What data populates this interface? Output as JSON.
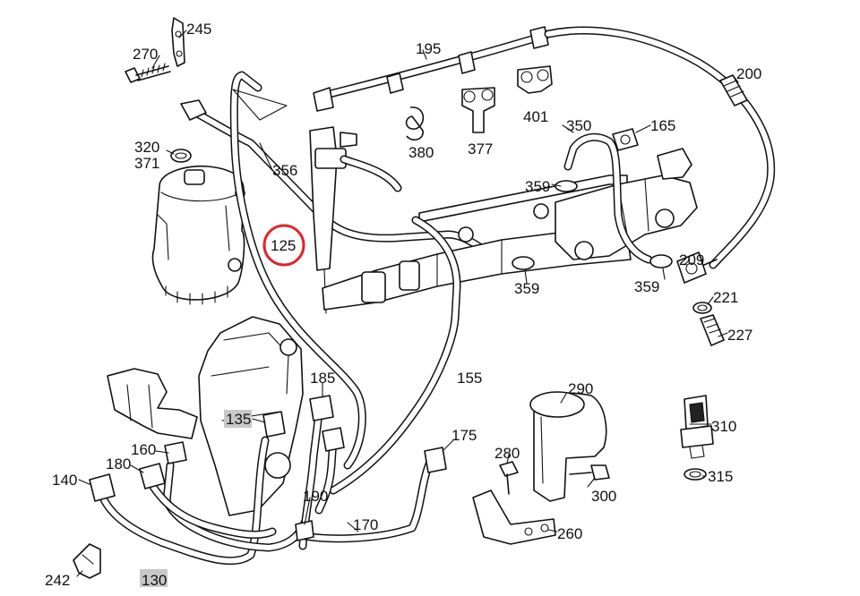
{
  "labels": {
    "l245": "245",
    "l270": "270",
    "l195": "195",
    "l200": "200",
    "l320": "320",
    "l371": "371",
    "l356": "356",
    "l380": "380",
    "l377": "377",
    "l401": "401",
    "l350": "350",
    "l165": "165",
    "l359a": "359",
    "l359b": "359",
    "l359c": "359",
    "l125": "125",
    "l209": "209",
    "l221": "221",
    "l227": "227",
    "l185": "185",
    "l155": "155",
    "l135": "135",
    "l290": "290",
    "l310": "310",
    "l315": "315",
    "l175": "175",
    "l160": "160",
    "l180": "180",
    "l140": "140",
    "l280": "280",
    "l300": "300",
    "l190": "190",
    "l170": "170",
    "l260": "260",
    "l242": "242",
    "l130": "130"
  },
  "highlighted_labels": [
    "135",
    "130"
  ],
  "circled_label": "125",
  "colors": {
    "circle": "#e0262b",
    "highlight_box": "#c8c8c8",
    "line": "#111111"
  }
}
